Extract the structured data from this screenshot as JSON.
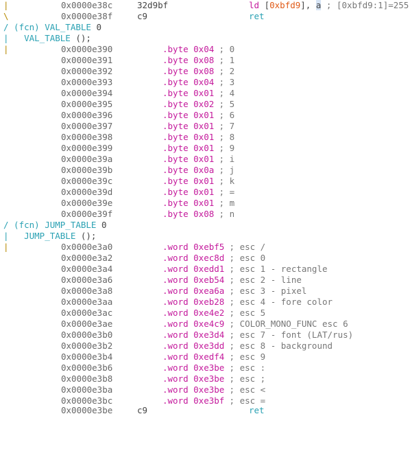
{
  "colors": {
    "mnemonic": "#c41a9c",
    "address": "#666666",
    "function_header": "#2aa1b3",
    "gutter_pipe": "#b58900",
    "comment": "#777777",
    "hex_immediate": "#e05a16",
    "highlight_bg": "#d6e4f5"
  },
  "top": {
    "line1": {
      "gutter": "|",
      "address": "0x0000e38c",
      "bytes": "32d9bf",
      "mnemonic": "ld",
      "open_bracket": " [",
      "mem": "0xbfd9",
      "mid": "], ",
      "reg": "a",
      "comment": " ; [0xbfd9:1]=255"
    },
    "line2": {
      "gutter": "\\",
      "address": "0x0000e38f",
      "bytes": "c9",
      "mnemonic": "ret"
    }
  },
  "val_table": {
    "header_prefix": "/ (fcn) VAL_TABLE",
    "header_num": "0",
    "sig_prefix": "|   VAL_TABLE",
    "sig_paren": " ();",
    "gutter": "|",
    "rows": [
      {
        "address": "0x0000e390",
        "mnemonic": ".byte 0x04",
        "comment": " ; 0"
      },
      {
        "address": "0x0000e391",
        "mnemonic": ".byte 0x08",
        "comment": " ; 1"
      },
      {
        "address": "0x0000e392",
        "mnemonic": ".byte 0x08",
        "comment": " ; 2"
      },
      {
        "address": "0x0000e393",
        "mnemonic": ".byte 0x04",
        "comment": " ; 3"
      },
      {
        "address": "0x0000e394",
        "mnemonic": ".byte 0x01",
        "comment": " ; 4"
      },
      {
        "address": "0x0000e395",
        "mnemonic": ".byte 0x02",
        "comment": " ; 5"
      },
      {
        "address": "0x0000e396",
        "mnemonic": ".byte 0x01",
        "comment": " ; 6"
      },
      {
        "address": "0x0000e397",
        "mnemonic": ".byte 0x01",
        "comment": " ; 7"
      },
      {
        "address": "0x0000e398",
        "mnemonic": ".byte 0x01",
        "comment": " ; 8"
      },
      {
        "address": "0x0000e399",
        "mnemonic": ".byte 0x01",
        "comment": " ; 9"
      },
      {
        "address": "0x0000e39a",
        "mnemonic": ".byte 0x01",
        "comment": " ; i"
      },
      {
        "address": "0x0000e39b",
        "mnemonic": ".byte 0x0a",
        "comment": " ; j"
      },
      {
        "address": "0x0000e39c",
        "mnemonic": ".byte 0x01",
        "comment": " ; k"
      },
      {
        "address": "0x0000e39d",
        "mnemonic": ".byte 0x01",
        "comment": " ; ="
      },
      {
        "address": "0x0000e39e",
        "mnemonic": ".byte 0x01",
        "comment": " ; m"
      },
      {
        "address": "0x0000e39f",
        "mnemonic": ".byte 0x08",
        "comment": " ; n"
      }
    ]
  },
  "jump_table": {
    "header_prefix": "/ (fcn) JUMP_TABLE",
    "header_num": "0",
    "sig_prefix": "|   JUMP_TABLE",
    "sig_paren": " ();",
    "gutter": "|",
    "rows": [
      {
        "address": "0x0000e3a0",
        "mnemonic": ".word 0xebf5",
        "comment": " ; esc /"
      },
      {
        "address": "0x0000e3a2",
        "mnemonic": ".word 0xec8d",
        "comment": " ; esc 0"
      },
      {
        "address": "0x0000e3a4",
        "mnemonic": ".word 0xedd1",
        "comment": " ; esc 1 - rectangle"
      },
      {
        "address": "0x0000e3a6",
        "mnemonic": ".word 0xeb54",
        "comment": " ; esc 2 - line"
      },
      {
        "address": "0x0000e3a8",
        "mnemonic": ".word 0xea6a",
        "comment": " ; esc 3 - pixel"
      },
      {
        "address": "0x0000e3aa",
        "mnemonic": ".word 0xeb28",
        "comment": " ; esc 4 - fore color"
      },
      {
        "address": "0x0000e3ac",
        "mnemonic": ".word 0xe4e2",
        "comment": " ; esc 5"
      },
      {
        "address": "0x0000e3ae",
        "mnemonic": ".word 0xe4c9",
        "comment": " ; COLOR_MONO_FUNC esc 6"
      },
      {
        "address": "0x0000e3b0",
        "mnemonic": ".word 0xe3d4",
        "comment": " ; esc 7 - font (LAT/rus)"
      },
      {
        "address": "0x0000e3b2",
        "mnemonic": ".word 0xe3dd",
        "comment": " ; esc 8 - background"
      },
      {
        "address": "0x0000e3b4",
        "mnemonic": ".word 0xedf4",
        "comment": " ; esc 9"
      },
      {
        "address": "0x0000e3b6",
        "mnemonic": ".word 0xe3be",
        "comment": " ; esc :"
      },
      {
        "address": "0x0000e3b8",
        "mnemonic": ".word 0xe3be",
        "comment": " ; esc ;"
      },
      {
        "address": "0x0000e3ba",
        "mnemonic": ".word 0xe3be",
        "comment": " ; esc <"
      },
      {
        "address": "0x0000e3bc",
        "mnemonic": ".word 0xe3bf",
        "comment": " ; esc ="
      }
    ]
  },
  "bottom": {
    "address": "0x0000e3be",
    "bytes": "c9",
    "mnemonic": "ret"
  }
}
